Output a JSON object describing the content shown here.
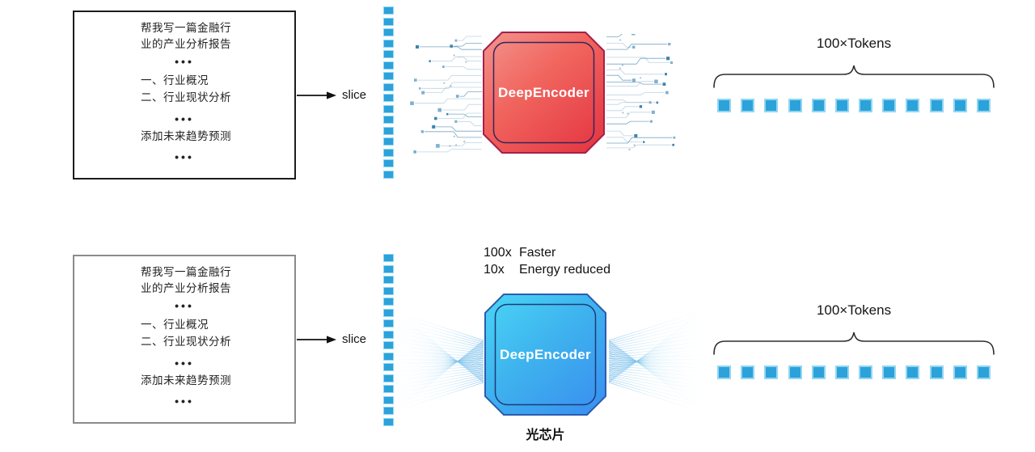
{
  "prompt_box": {
    "lines": [
      "帮我写一篇金融行",
      "业的产业分析报告",
      "•••",
      "一、行业概况",
      "二、行业现状分析",
      "•••",
      "添加未来趋势预测",
      "•••"
    ]
  },
  "flow": {
    "slice_label": "slice"
  },
  "encoder": {
    "label": "DeepEncoder",
    "electronic_gradient": [
      "#f2948e",
      "#f1655e",
      "#e53944"
    ],
    "electronic_edge": "#a3214a",
    "electronic_inner_line": "#33245f",
    "optical_gradient": [
      "#4ad6f6",
      "#3eb2ee",
      "#3a92f0"
    ],
    "optical_edge": "#2c5cb0",
    "optical_inner_line": "#1c3c78"
  },
  "optical": {
    "perf": [
      {
        "factor": "100x",
        "text": "Faster"
      },
      {
        "factor": "10x",
        "text": "Energy reduced"
      }
    ],
    "caption": "光芯片"
  },
  "input": {
    "token_count": 16
  },
  "output": {
    "tokens_label": "100×Tokens",
    "token_count": 12
  },
  "colors": {
    "token_fill": "#2ba2da",
    "token_halo": "#93d6f2",
    "text": "#1a1a1a"
  }
}
